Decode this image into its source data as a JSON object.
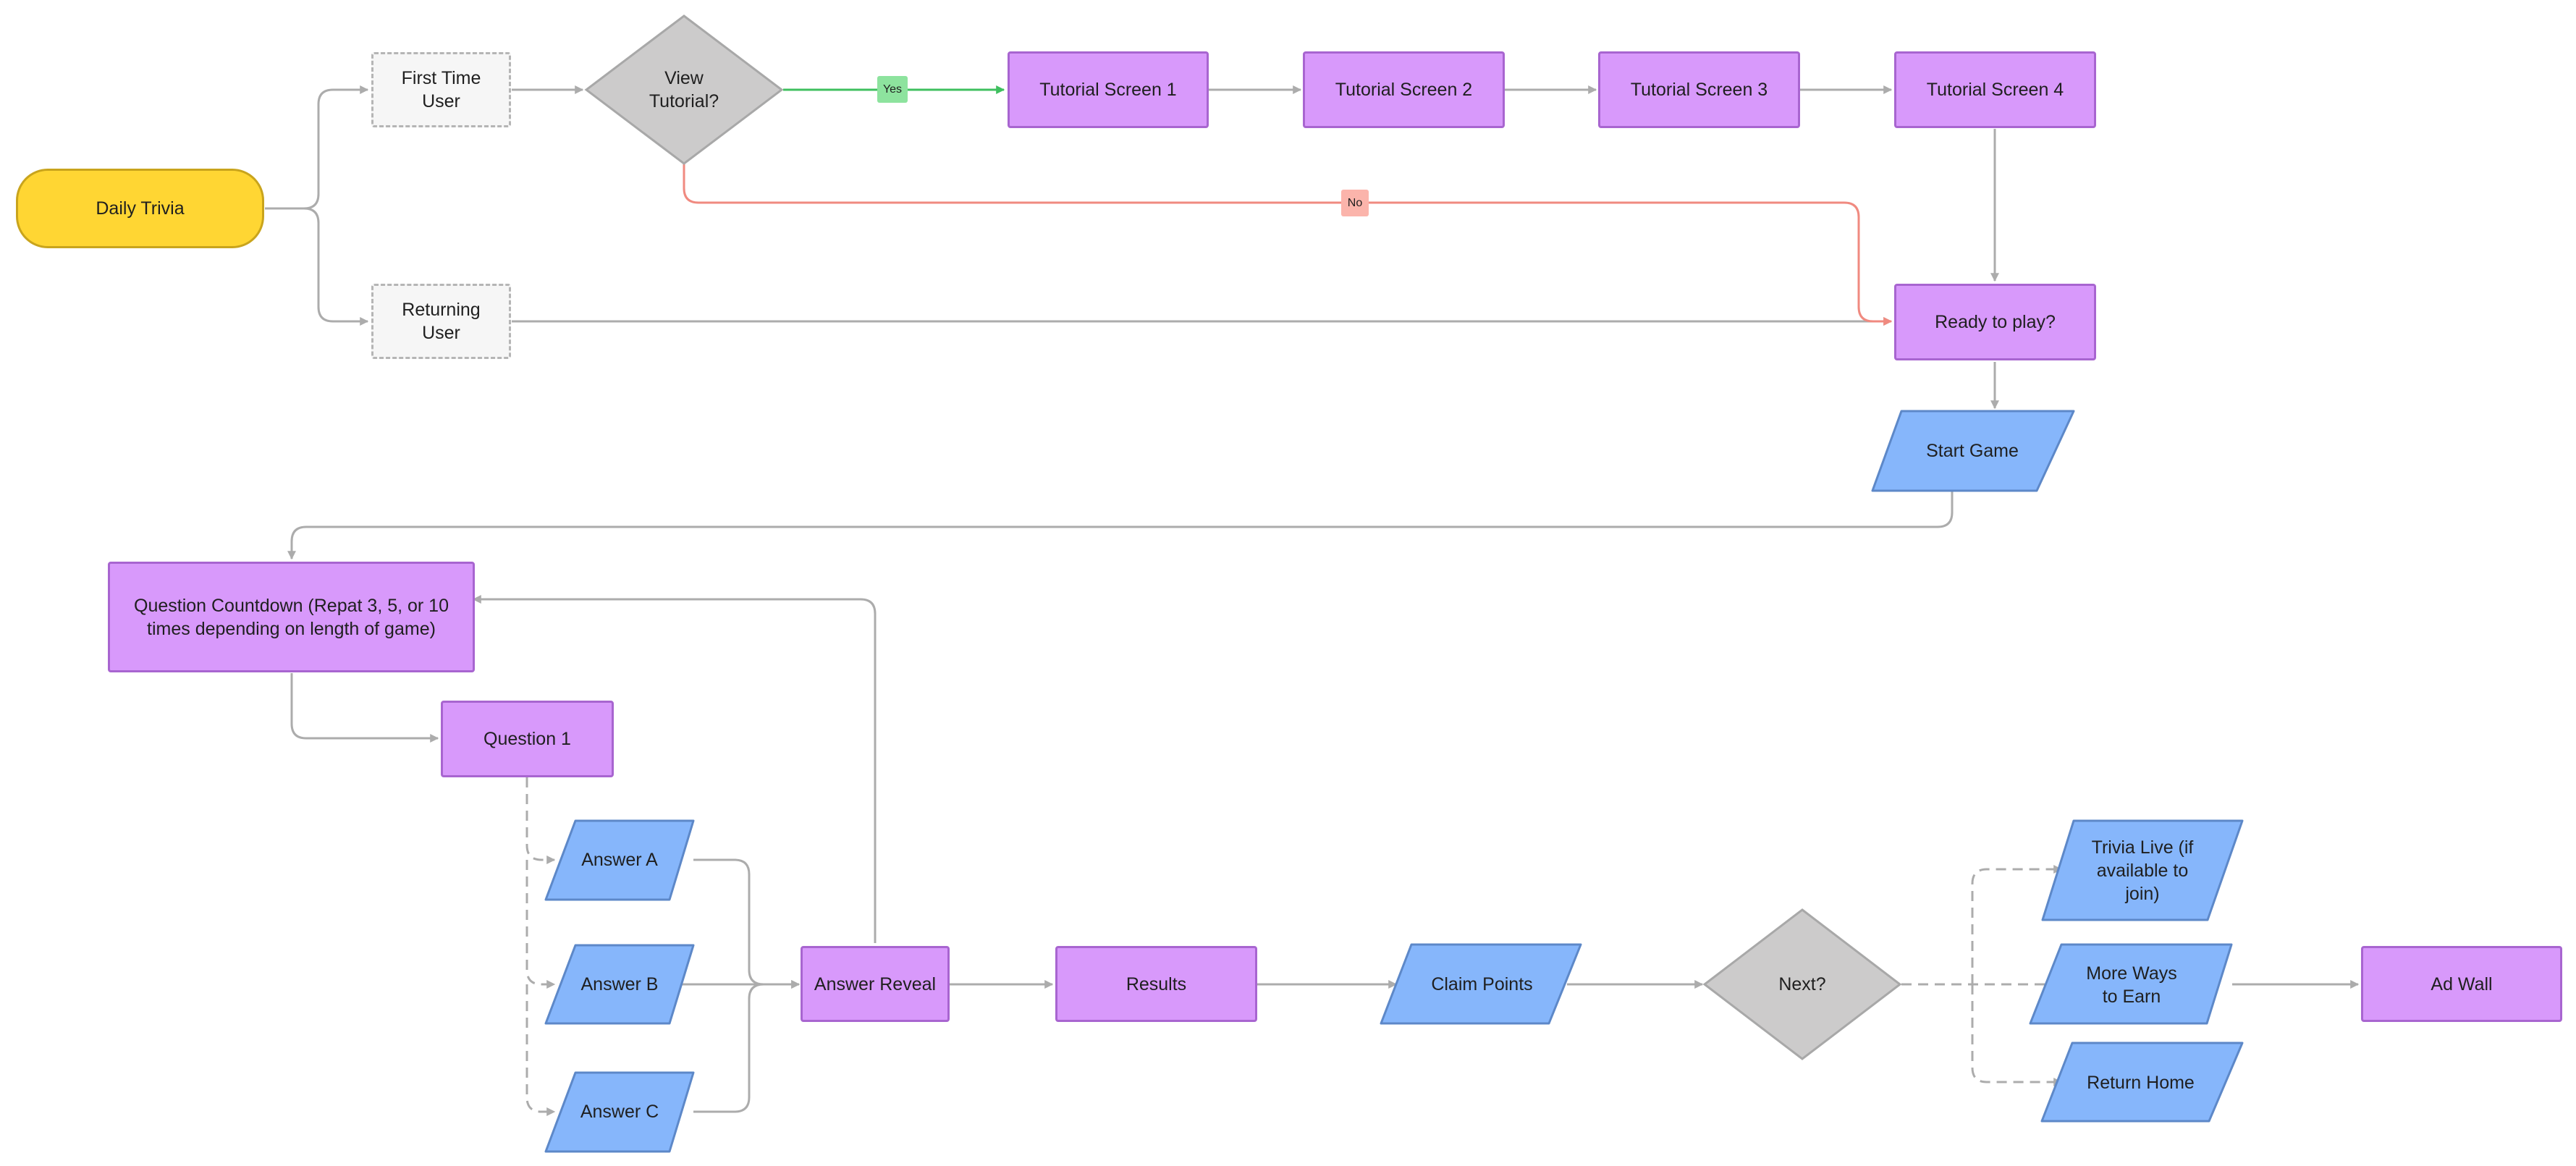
{
  "diagram": {
    "nodes": {
      "daily_trivia": "Daily Trivia",
      "first_time_user": "First Time\nUser",
      "returning_user": "Returning\nUser",
      "view_tutorial": "View\nTutorial?",
      "tutorial_1": "Tutorial Screen 1",
      "tutorial_2": "Tutorial Screen 2",
      "tutorial_3": "Tutorial Screen 3",
      "tutorial_4": "Tutorial Screen 4",
      "ready_to_play": "Ready to play?",
      "start_game": "Start Game",
      "question_countdown": "Question Countdown (Repat 3, 5, or 10\ntimes depending on length of game)",
      "question_1": "Question 1",
      "answer_a": "Answer A",
      "answer_b": "Answer B",
      "answer_c": "Answer C",
      "answer_reveal": "Answer Reveal",
      "results": "Results",
      "claim_points": "Claim Points",
      "next": "Next?",
      "trivia_live": "Trivia Live (if\navailable to\njoin)",
      "more_ways": "More Ways\nto Earn",
      "return_home": "Return Home",
      "ad_wall": "Ad Wall"
    },
    "edge_labels": {
      "yes": "Yes",
      "no": "No"
    },
    "colors": {
      "process": "#d899fb",
      "io": "#86b6fb",
      "decision": "#cccbcb",
      "start": "#ffd633",
      "connector": "#acacac",
      "yes_edge": "#3fbf5f",
      "no_edge": "#f08a80"
    }
  }
}
